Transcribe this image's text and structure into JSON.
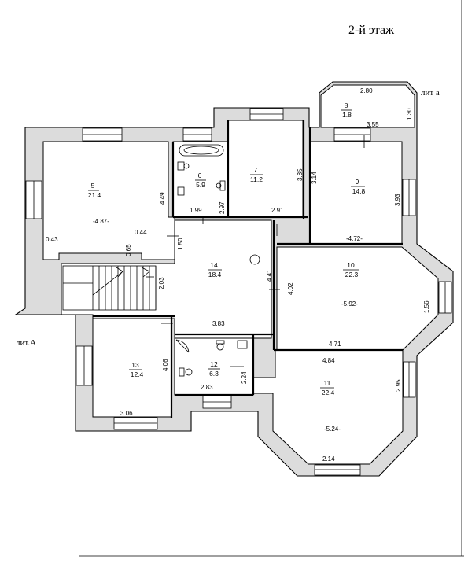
{
  "title": "2-й этаж",
  "labels": {
    "lit_a_main": "лит.А",
    "lit_a_top": "лит а"
  },
  "rooms": [
    {
      "id": "r5",
      "num": "5",
      "area": "21.4"
    },
    {
      "id": "r6",
      "num": "6",
      "area": "5.9"
    },
    {
      "id": "r7",
      "num": "7",
      "area": "11.2"
    },
    {
      "id": "r8",
      "num": "8",
      "area": "1.8"
    },
    {
      "id": "r9",
      "num": "9",
      "area": "14.8"
    },
    {
      "id": "r10",
      "num": "10",
      "area": "22.3"
    },
    {
      "id": "r11",
      "num": "11",
      "area": "22.4"
    },
    {
      "id": "r12",
      "num": "12",
      "area": "6.3"
    },
    {
      "id": "r13",
      "num": "13",
      "area": "12.4"
    },
    {
      "id": "r14",
      "num": "14",
      "area": "18.4"
    }
  ],
  "dimensions": [
    "2.80",
    "1.30",
    "3.55",
    "3.85",
    "3.14",
    "3.93",
    "-4.72-",
    "2.91",
    "2.97",
    "1.99",
    "4.49",
    "-4.87-",
    "0.43",
    "0.44",
    "0.65",
    "1.50",
    "2.03",
    "4.41",
    "4.02",
    "-5.92-",
    "1.56",
    "4.71",
    "3.83",
    "4.06",
    "2.83",
    "2.24",
    "4.84",
    "2.95",
    "-5.24-",
    "2.14",
    "3.06"
  ]
}
